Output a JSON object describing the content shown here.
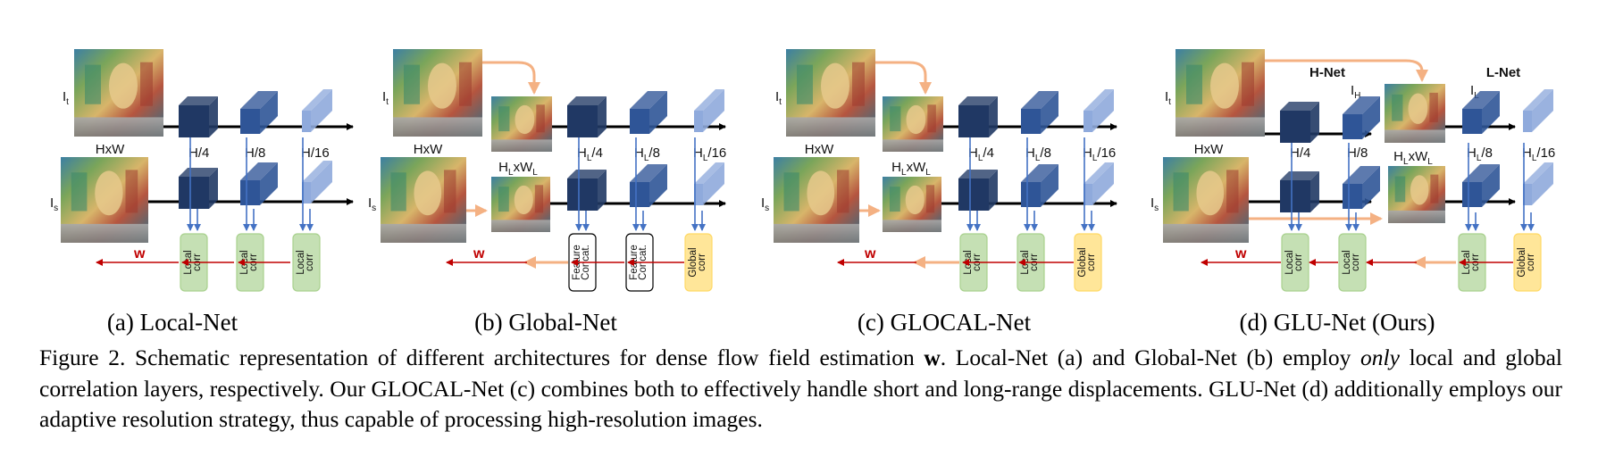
{
  "colors": {
    "blue_dark": "#203864",
    "blue_mid": "#2f5597",
    "blue_light": "#8faadc",
    "feature_line": "#4472c4",
    "warp_line": "#c00000",
    "upsample": "#f4b183",
    "local_corr_fill": "#c5e0b4",
    "local_corr_stroke": "#a9d18e",
    "global_corr_fill": "#ffe699",
    "global_corr_stroke": "#ffd966"
  },
  "panels": {
    "a": {
      "subcaption": "(a) Local-Net",
      "target_label": "I",
      "target_sub": "t",
      "source_label": "I",
      "source_sub": "s",
      "image_size": "HxW",
      "levels": [
        {
          "main": "H/4",
          "sub": "",
          "tail": ""
        },
        {
          "main": "H/8",
          "sub": "",
          "tail": ""
        },
        {
          "main": "H/16",
          "sub": "",
          "tail": ""
        }
      ],
      "corr": [
        "Local corr",
        "Local corr",
        "Local corr"
      ],
      "flow": "w"
    },
    "b": {
      "subcaption": "(b) Global-Net",
      "target_label": "I",
      "target_sub": "t",
      "source_label": "I",
      "source_sub": "s",
      "image_size": "HxW",
      "resized_size": {
        "a": "H",
        "b": "L",
        "c": "xW",
        "d": "L"
      },
      "levels": [
        {
          "main": "H",
          "sub": "L",
          "tail": "/4"
        },
        {
          "main": "H",
          "sub": "L",
          "tail": "/8"
        },
        {
          "main": "H",
          "sub": "L",
          "tail": "/16"
        }
      ],
      "corr": [
        "Feature Concat.",
        "Feature Concat.",
        "Global corr"
      ],
      "flow": "w"
    },
    "c": {
      "subcaption": "(c) GLOCAL-Net",
      "target_label": "I",
      "target_sub": "t",
      "source_label": "I",
      "source_sub": "s",
      "image_size": "HxW",
      "resized_size": {
        "a": "H",
        "b": "L",
        "c": "xW",
        "d": "L"
      },
      "levels": [
        {
          "main": "H",
          "sub": "L",
          "tail": "/4"
        },
        {
          "main": "H",
          "sub": "L",
          "tail": "/8"
        },
        {
          "main": "H",
          "sub": "L",
          "tail": "/16"
        }
      ],
      "corr": [
        "Local corr",
        "Local corr",
        "Global corr"
      ],
      "flow": "w"
    },
    "d": {
      "subcaption": "(d) GLU-Net (Ours)",
      "target_label": "I",
      "target_sub": "t",
      "source_label": "I",
      "source_sub": "s",
      "image_size": "HxW",
      "resized_size": {
        "a": "H",
        "b": "L",
        "c": "xW",
        "d": "L"
      },
      "h_net": "H-Net",
      "l_net": "L-Net",
      "i_h": {
        "main": "I",
        "sub": "H"
      },
      "i_l": {
        "main": "I",
        "sub": "L"
      },
      "levels": [
        {
          "main": "H/4",
          "sub": "",
          "tail": ""
        },
        {
          "main": "H/8",
          "sub": "",
          "tail": ""
        },
        {
          "main": "H",
          "sub": "L",
          "tail": "/8"
        },
        {
          "main": "H",
          "sub": "L",
          "tail": "/16"
        }
      ],
      "corr": [
        "Local corr",
        "Local corr",
        "Local corr",
        "Global corr"
      ],
      "flow": "w"
    }
  },
  "caption": {
    "p1": "Figure 2. Schematic representation of different architectures for dense flow field estimation ",
    "w": "w",
    "p2": ". Local-Net (a) and Global-Net (b) employ ",
    "only": "only",
    "p3": " local and global correlation layers, respectively.  Our GLOCAL-Net (c) combines both to effectively handle short and long-range displacements. GLU-Net (d) additionally employs our adaptive resolution strategy, thus capable of processing high-resolution images."
  }
}
